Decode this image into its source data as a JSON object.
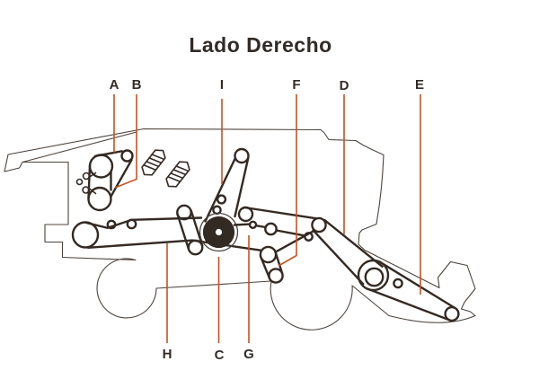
{
  "title": "Lado Derecho",
  "colors": {
    "background": "#ffffff",
    "line": "#4d443d",
    "belt": "#342a24",
    "leader": "#c8511f",
    "text": "#332b27"
  },
  "labels": {
    "top": [
      {
        "letter": "A"
      },
      {
        "letter": "B"
      },
      {
        "letter": "I"
      },
      {
        "letter": "F"
      },
      {
        "letter": "D"
      },
      {
        "letter": "E"
      }
    ],
    "bottom": [
      {
        "letter": "H"
      },
      {
        "letter": "C"
      },
      {
        "letter": "G"
      }
    ]
  }
}
